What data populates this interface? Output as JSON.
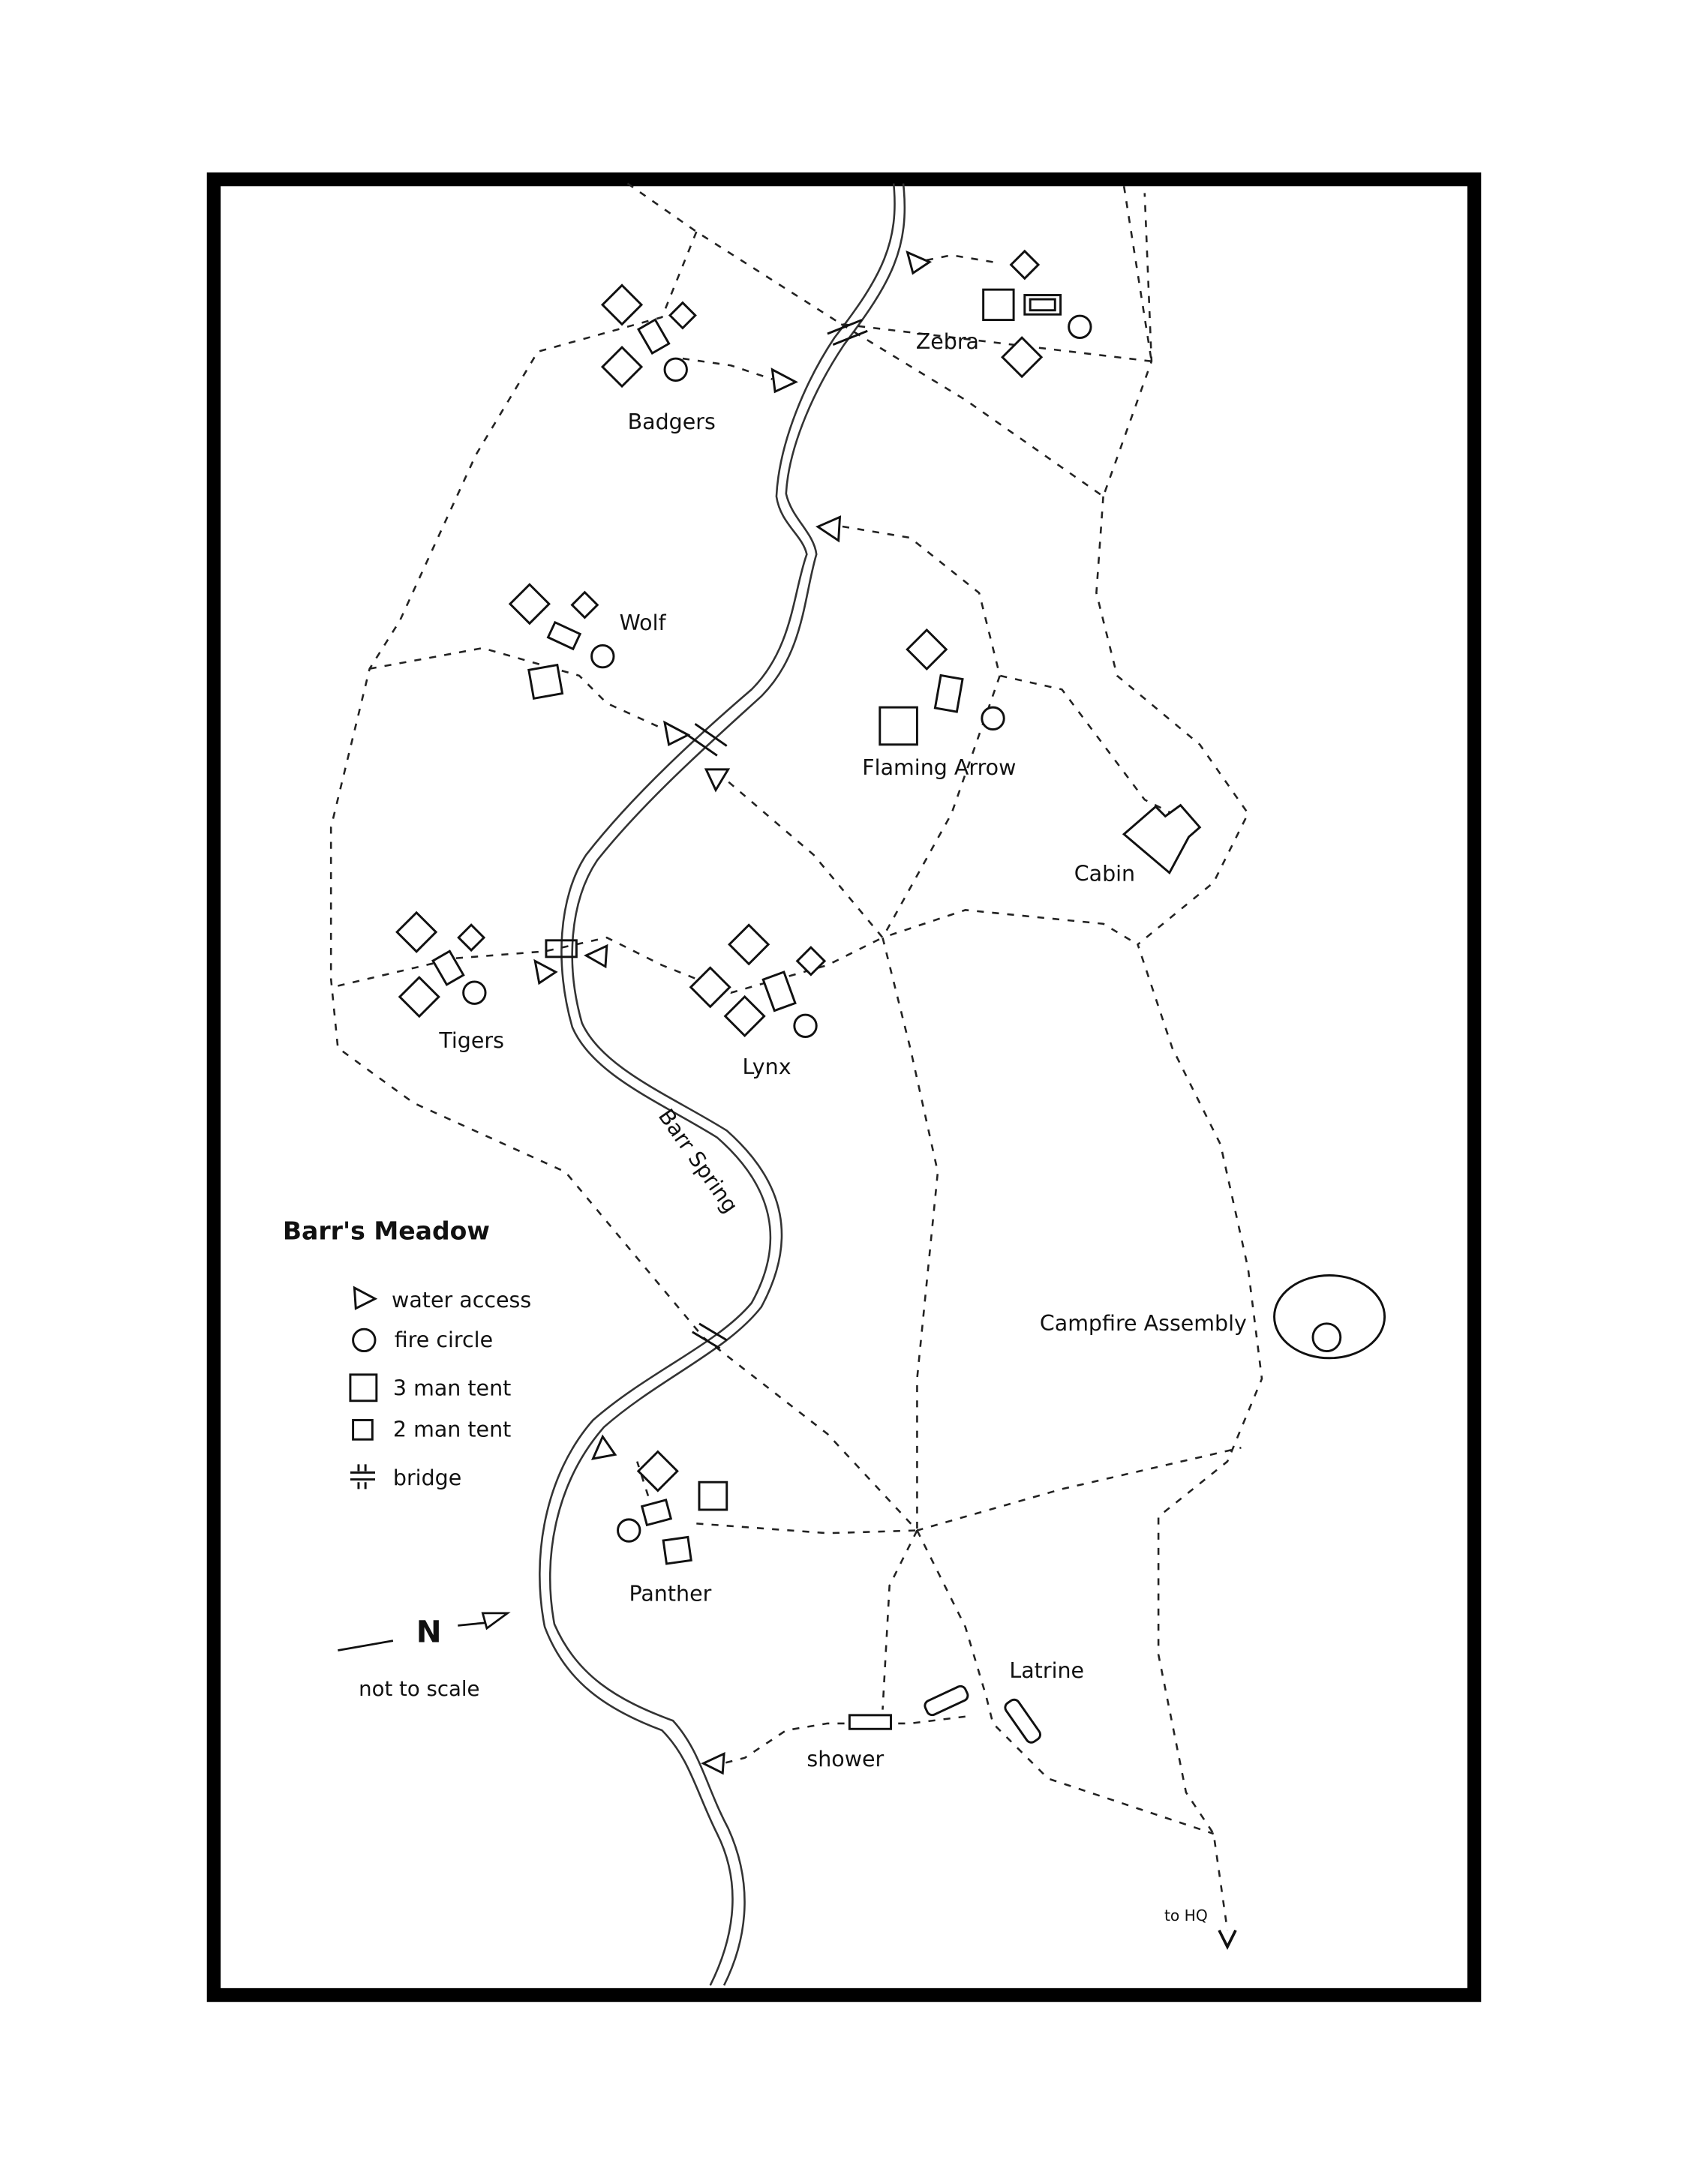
{
  "map": {
    "title": "Barr's Meadow",
    "camps": {
      "zebra": "Zebra",
      "badgers": "Badgers",
      "wolf": "Wolf",
      "flaming_arrow": "Flaming Arrow",
      "tigers": "Tigers",
      "lynx": "Lynx",
      "panther": "Panther"
    },
    "places": {
      "cabin": "Cabin",
      "campfire": "Campfire Assembly",
      "latrine": "Latrine",
      "shower": "shower",
      "to_hq": "to HQ",
      "river": "Barr Spring"
    },
    "legend": {
      "water_access": "water access",
      "fire_circle": "fire circle",
      "three_man_tent": "3 man tent",
      "two_man_tent": "2 man tent",
      "bridge": "bridge"
    },
    "compass": {
      "north": "N",
      "scale_note": "not to scale"
    }
  }
}
